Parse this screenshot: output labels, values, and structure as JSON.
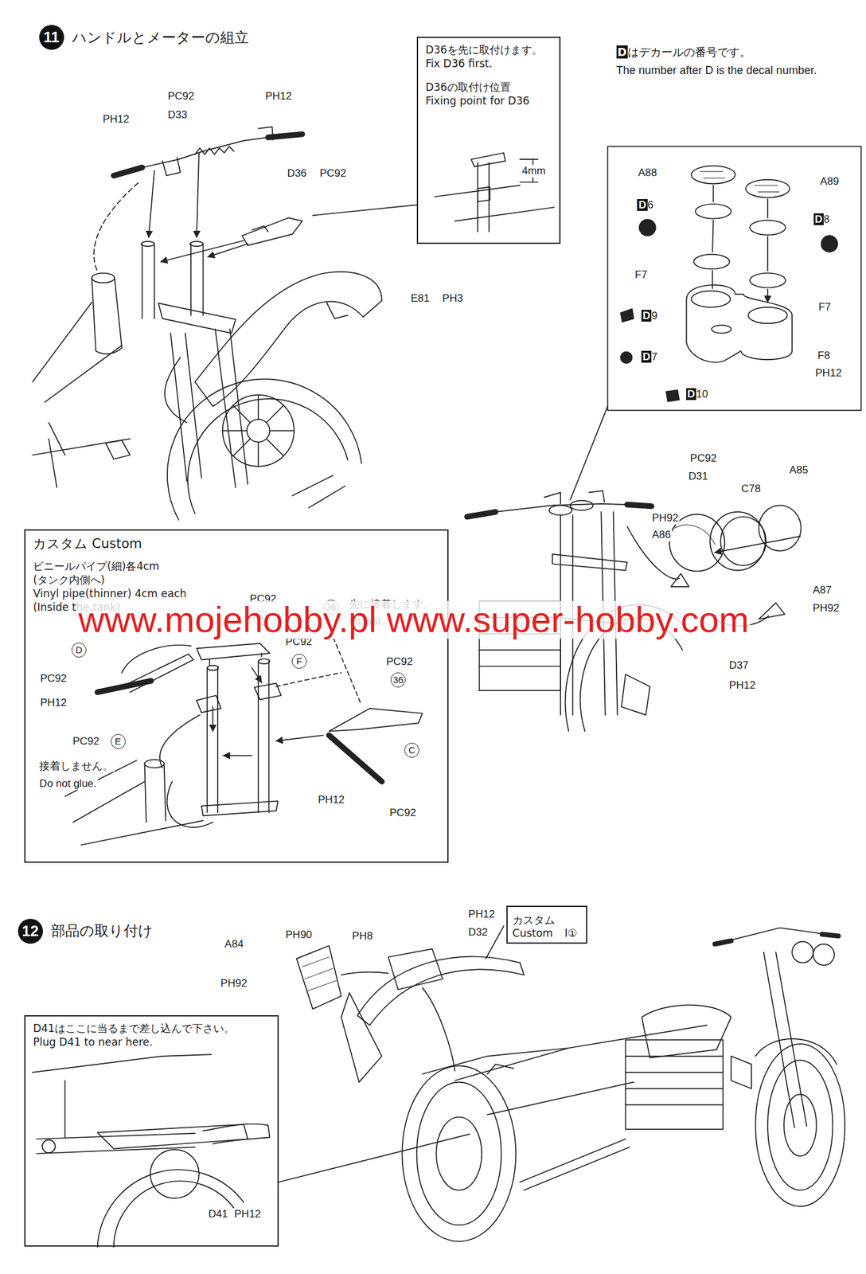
{
  "diagram": {
    "nodes": [
      {
        "text": [
          "11",
          "ハンドルとメーターの組立"
        ]
      },
      {
        "text": [
          "D36を先に取付けます。",
          "Fix D36 first.",
          "D36の取付け位置",
          "Fixing point for D36"
        ]
      },
      {
        "text": [
          "カスタム Custom",
          "ビニールパイプ(細)各4cm (タンク内側へ)",
          "Vinyl pipe(thinner) 4cm each (Inside the tank)"
        ]
      },
      {
        "text": [
          "12",
          "部品の取り付け"
        ]
      },
      {
        "text": [
          "カスタム Custom",
          "I①"
        ]
      },
      {
        "text": [
          "D41はここに当るまで差し込んで下さい。",
          "Plug D41 to near here."
        ]
      }
    ],
    "labels": [
      "Dはデカールの番号です。",
      "The number after D is the decal number.",
      "PC92",
      "D33",
      "PH12",
      "PH12",
      "D36",
      "PC92",
      "E81",
      "PH3",
      "4mm",
      "A88",
      "A89",
      "D6",
      "D8",
      "F7",
      "F7",
      "D9",
      "D7",
      "F8",
      "PH12",
      "D10",
      "PC92",
      "D31",
      "A85",
      "C78",
      "PH92",
      "A86",
      "A87",
      "PH92",
      "D37",
      "PH12",
      "PC92",
      "A",
      "PC92",
      "F",
      "36",
      "先に接着します。",
      "Fit first.",
      "PC92",
      "36",
      "D",
      "PC92",
      "PH12",
      "PC92",
      "E",
      "C",
      "接着しません。",
      "Do not glue.",
      "PH12",
      "PC92",
      "www.mojehobby.pl www.super-hobby.com",
      "A84",
      "PH90",
      "PH92",
      "PH8",
      "PH12",
      "D32",
      "D41",
      "PH12"
    ]
  }
}
